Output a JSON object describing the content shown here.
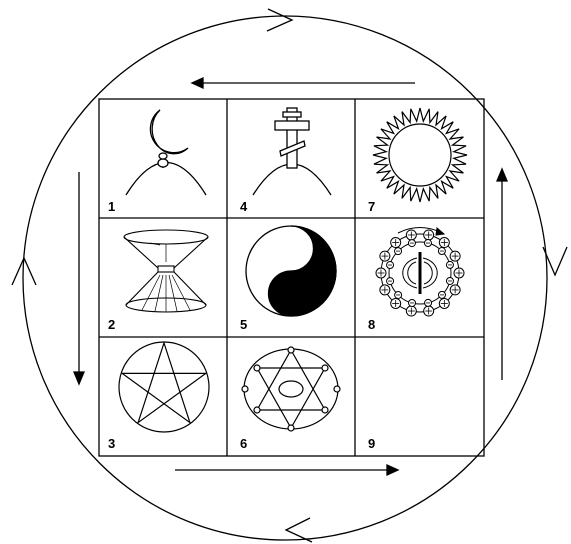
{
  "colors": {
    "ink": "#000000",
    "paper": "#ffffff"
  },
  "cells": [
    {
      "number": "1",
      "symbol": "crescent-on-dome-icon"
    },
    {
      "number": "4",
      "symbol": "orthodox-cross-on-dome-icon"
    },
    {
      "number": "7",
      "symbol": "sun-icon"
    },
    {
      "number": "2",
      "symbol": "hourglass-cones-icon"
    },
    {
      "number": "5",
      "symbol": "yin-yang-icon"
    },
    {
      "number": "8",
      "symbol": "charge-ring-field-icon"
    },
    {
      "number": "3",
      "symbol": "pentagram-icon"
    },
    {
      "number": "6",
      "symbol": "hexagram-in-ellipse-icon"
    },
    {
      "number": "9",
      "symbol": ""
    }
  ]
}
